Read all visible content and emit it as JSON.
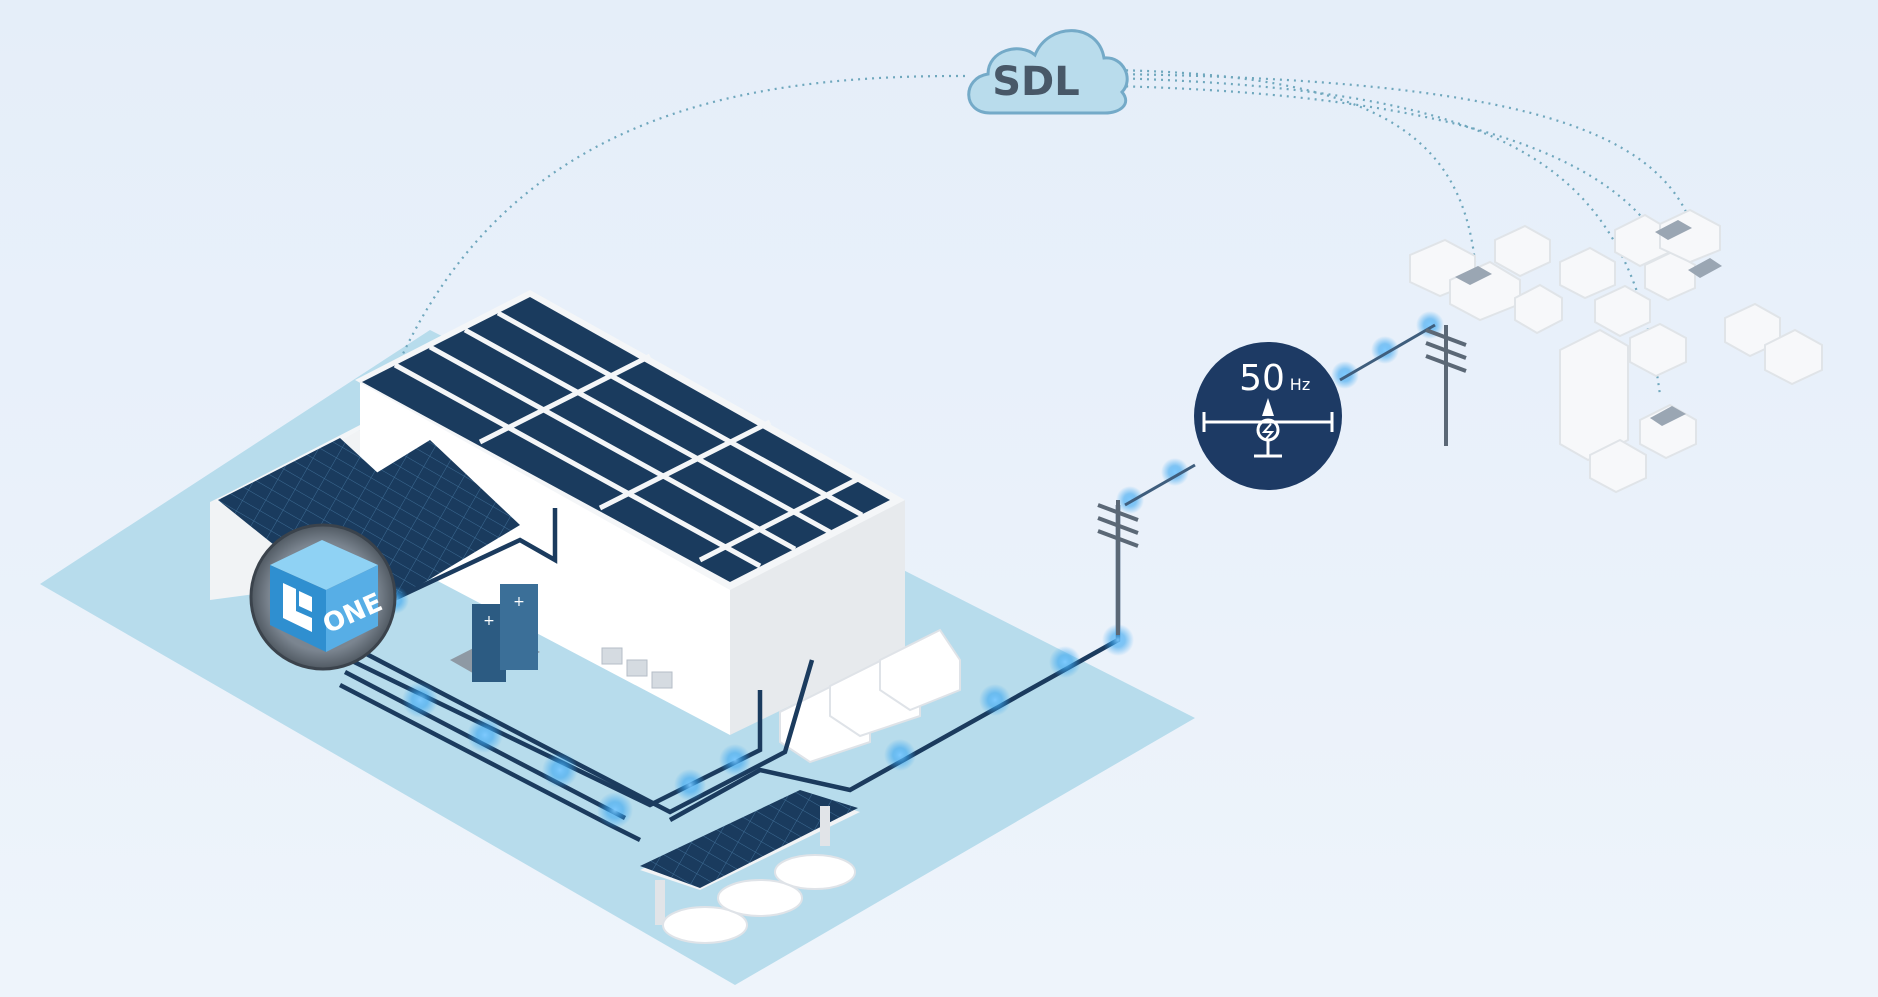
{
  "cloud": {
    "label": "SDL",
    "icon": "cloud-icon"
  },
  "frequency": {
    "value": "50",
    "unit": "Hz",
    "icon": "grid-frequency-icon"
  },
  "logo": {
    "text": "ONE",
    "icon": "one-cube-logo-icon"
  },
  "colors": {
    "background_top": "#e6eef9",
    "background_bottom": "#eef4fb",
    "ground": "#b7dcec",
    "navy": "#1d3a64",
    "cable": "#1b3b5e",
    "glow": "#37a8ef",
    "dotted_link": "#6fa7bd",
    "cloud_fill": "#b9dcec",
    "cloud_stroke": "#74aac8",
    "cloud_text": "#485868",
    "building_light": "#ffffff",
    "building_shade": "#e9ecef",
    "panel": "#1a3b5e",
    "logo_blue": "#2f8fd0"
  }
}
